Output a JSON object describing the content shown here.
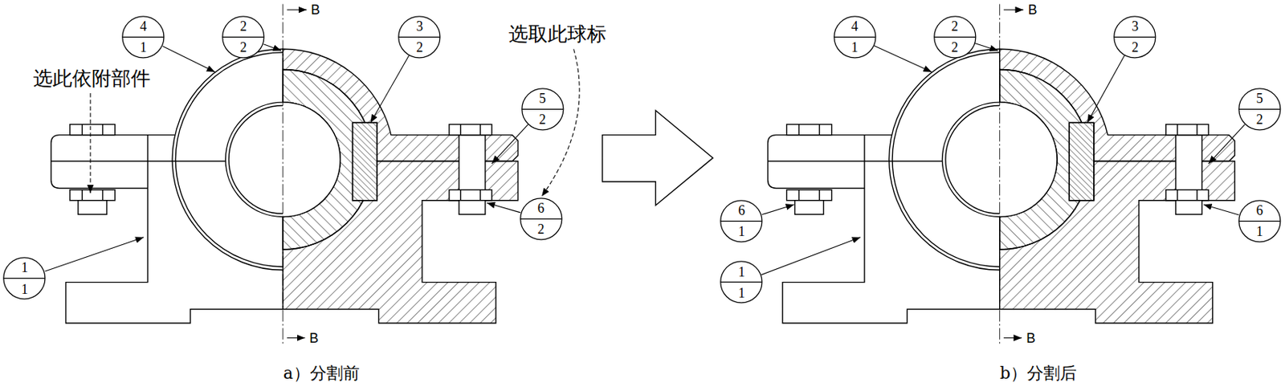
{
  "diagram": {
    "nodes": [
      {
        "text": [
          "4",
          "1"
        ]
      },
      {
        "text": [
          "2",
          "2"
        ]
      },
      {
        "text": [
          "3",
          "2"
        ]
      },
      {
        "text": [
          "5",
          "2"
        ]
      },
      {
        "text": [
          "1",
          "1"
        ]
      },
      {
        "text": [
          "6",
          "2"
        ]
      },
      {
        "text": [
          "4",
          "1"
        ]
      },
      {
        "text": [
          "2",
          "2"
        ]
      },
      {
        "text": [
          "3",
          "2"
        ]
      },
      {
        "text": [
          "5",
          "2"
        ]
      },
      {
        "text": [
          "6",
          "1"
        ]
      },
      {
        "text": [
          "1",
          "1"
        ]
      },
      {
        "text": [
          "6",
          "1"
        ]
      }
    ],
    "labels": [
      "B",
      "B",
      "B",
      "B",
      "选此依附部件",
      "选取此球标",
      "a）分割前",
      "b）分割后"
    ]
  }
}
